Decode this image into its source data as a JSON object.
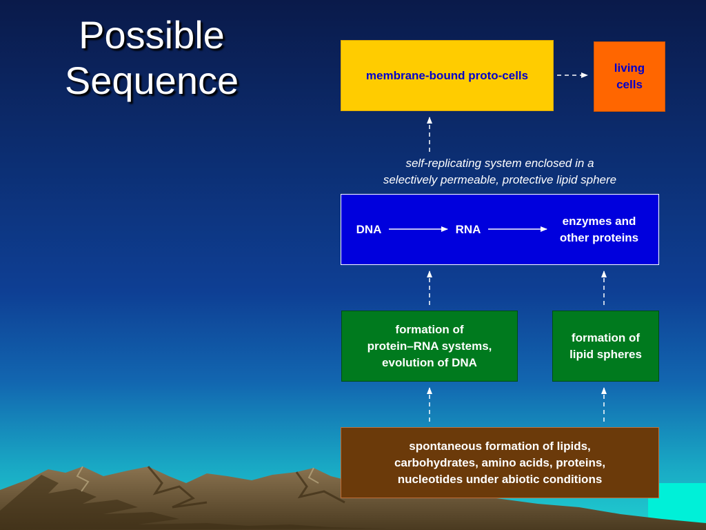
{
  "slide": {
    "title_lines": [
      "Possible",
      "Sequence"
    ]
  },
  "boxes": {
    "proto_cells": {
      "label": "membrane-bound proto-cells",
      "color": "#FFCC00",
      "text_color": "#0000CC"
    },
    "living_cells": {
      "lines": [
        "living",
        "cells"
      ],
      "color": "#FF6600",
      "text_color": "#0000CC"
    },
    "central_dogma": {
      "color": "#0000DD",
      "dna": "DNA",
      "rna": "RNA",
      "proteins_lines": [
        "enzymes and",
        "other proteins"
      ]
    },
    "protein_rna": {
      "lines": [
        "formation of",
        "protein–RNA systems,",
        "evolution of DNA"
      ],
      "color": "#007A1E"
    },
    "lipid_spheres": {
      "lines": [
        "formation of",
        "lipid spheres"
      ],
      "color": "#007A1E"
    },
    "abiotic": {
      "lines": [
        "spontaneous formation of lipids,",
        "carbohydrates, amino acids, proteins,",
        "nucleotides under abiotic conditions"
      ],
      "color": "#6B3A0A"
    }
  },
  "caption_lines": [
    "self-replicating system enclosed in a",
    "selectively permeable, protective lipid sphere"
  ],
  "colors": {
    "sky_top": "#0A1A4A",
    "sky_mid": "#0E3A8A",
    "sea": "#19C6C8",
    "mountain": "#6E5A3A"
  }
}
